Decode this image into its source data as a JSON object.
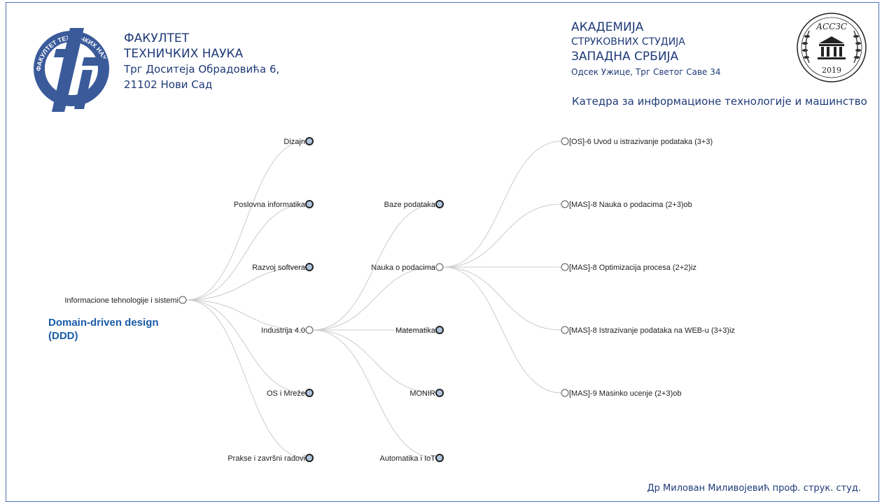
{
  "header": {
    "ftn": {
      "line1": "ФАКУЛТЕТ",
      "line2": "ТЕХНИЧКИХ НАУКА",
      "line3": "Трг Доситеја Обрадовића 6,",
      "line4": "21102 Нови Сад",
      "logo_text": "ФАКУЛТЕТ ТЕХНИЧКИХ НАУКА НОВИ САД"
    },
    "academy": {
      "line1": "АКАДЕМИЈА",
      "line2": "СТРУКОВНИХ СТУДИЈА",
      "line3": "ЗАПАДНА СРБИЈА",
      "line4": "Одсек Ужице, Трг Светог Саве 34",
      "seal_text": "АССЗС",
      "seal_year": "2019"
    },
    "department": "Катедра за информационе технологије и машинство"
  },
  "ddd": {
    "line1": "Domain-driven design",
    "line2": "(DDD)"
  },
  "footer": {
    "signature": "Др Милован Миливојевић проф. струк. студ."
  },
  "colors": {
    "header_text": "#1f3a78",
    "ddd_text": "#1a5ca8",
    "link": "#cccccc",
    "node_collapsed": "#b0c4de"
  },
  "tree": {
    "root": "Informacione tehnologije i sistemi",
    "level1": [
      {
        "label": "Dizajn",
        "collapsed": true
      },
      {
        "label": "Poslovna informatika",
        "collapsed": true
      },
      {
        "label": "Razvoj softvera",
        "collapsed": true
      },
      {
        "label": "Industrija 4.0",
        "collapsed": false
      },
      {
        "label": "OS i Mreže",
        "collapsed": true
      },
      {
        "label": "Prakse i završni radovi",
        "collapsed": true
      }
    ],
    "level2": [
      {
        "label": "Baze podataka",
        "collapsed": true
      },
      {
        "label": "Nauka o podacima",
        "collapsed": false
      },
      {
        "label": "Matematika",
        "collapsed": true
      },
      {
        "label": "MONIR",
        "collapsed": true
      },
      {
        "label": "Automatika i IoT",
        "collapsed": true
      }
    ],
    "level3": [
      {
        "label": "[OS]-6 Uvod u istrazivanje podataka (3+3)"
      },
      {
        "label": "[MAS]-8 Nauka o podacima (2+3)ob"
      },
      {
        "label": "[MAS]-8 Optimizacija procesa (2+2)iz"
      },
      {
        "label": "[MAS]-8 Istrazivanje podataka na WEB-u (3+3)iz"
      },
      {
        "label": "[MAS]-9 Masinko ucenje (2+3)ob"
      }
    ]
  }
}
